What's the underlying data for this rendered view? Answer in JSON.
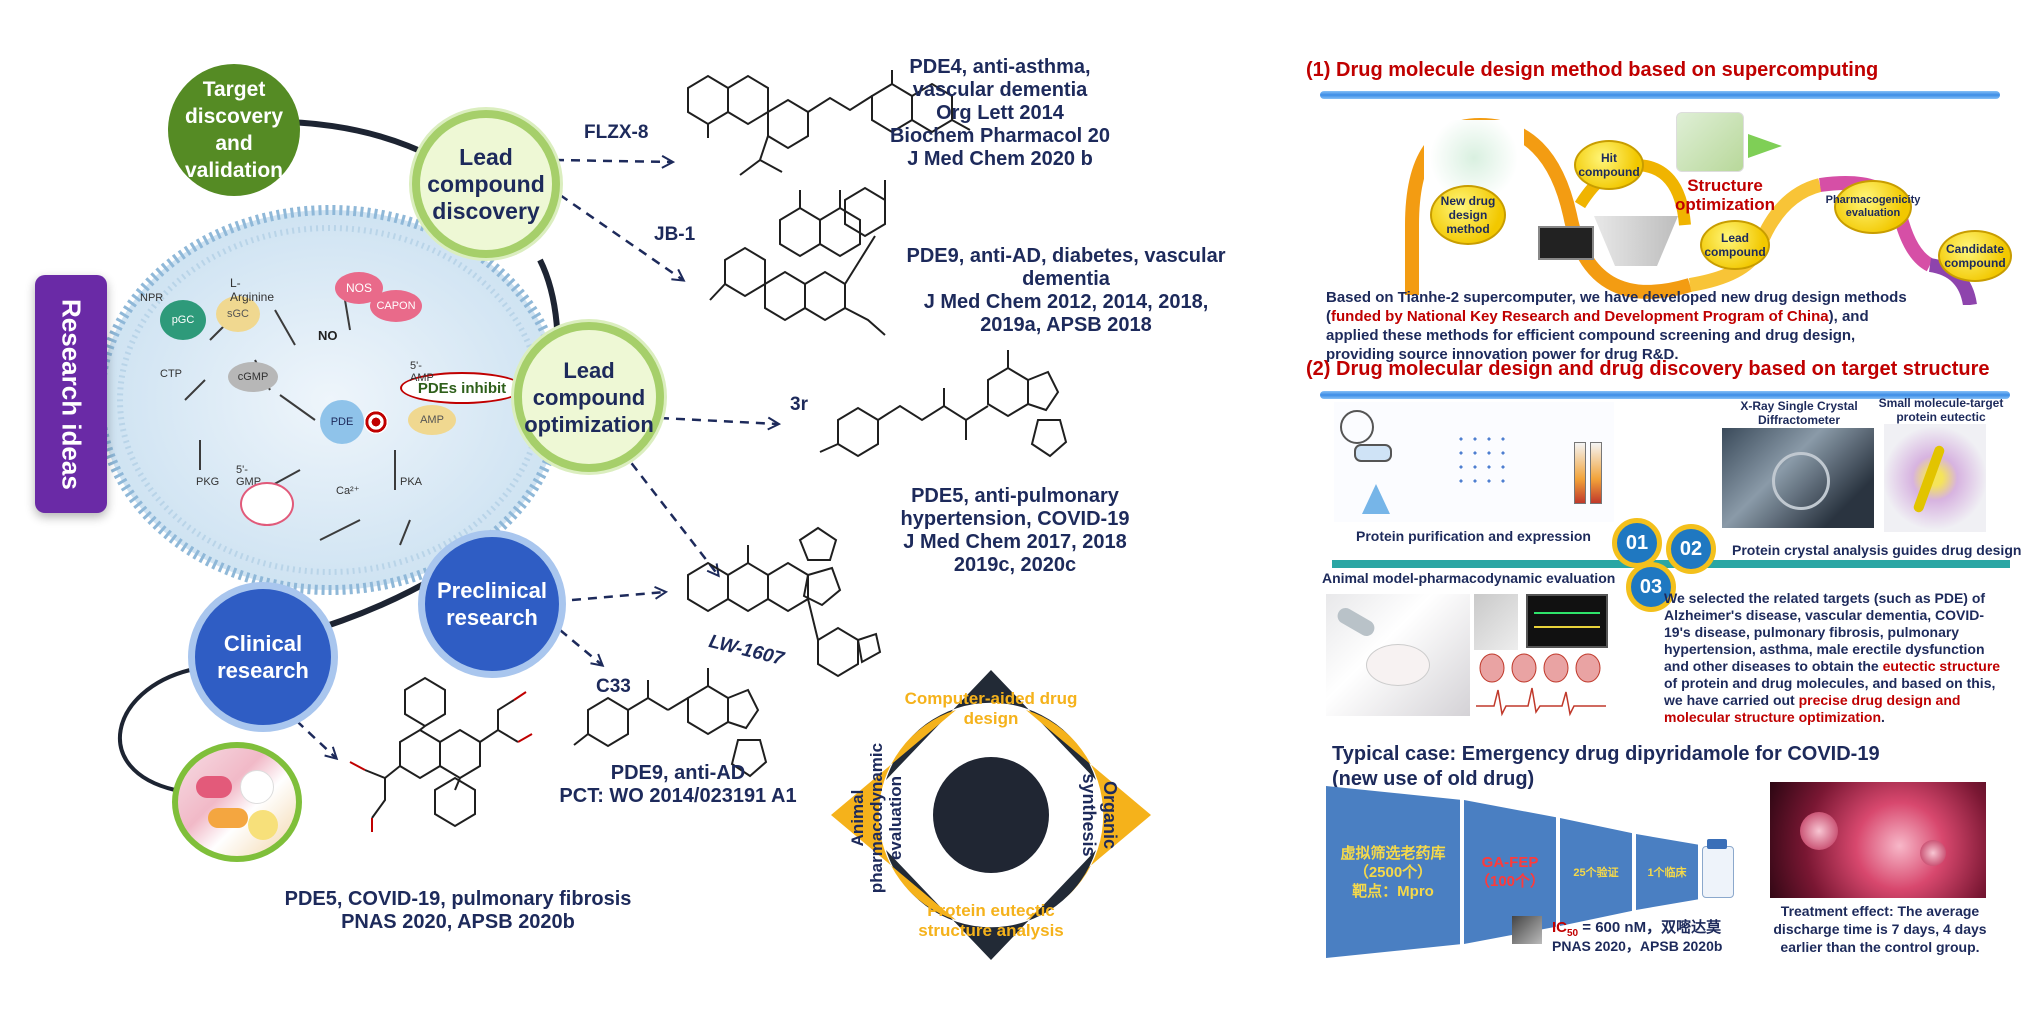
{
  "research_ideas": "Research ideas",
  "nodes": {
    "target": "Target discovery and validation",
    "lead_discovery": "Lead compound discovery",
    "lead_optimization": "Lead compound optimization",
    "preclinical": "Preclinical research",
    "clinical": "Clinical research"
  },
  "pathway": {
    "pdes_inhibit": "PDEs inhibit",
    "larginine": "L-Arginine",
    "nos": "NOS",
    "no": "NO",
    "npr": "NPR",
    "pgc": "pGC",
    "sgc": "sGC",
    "capon": "CAPON",
    "ctp": "CTP",
    "cgmp": "cGMP",
    "pde": "PDE",
    "amp_top": "5'-AMP",
    "amp": "AMP",
    "gmp": "5'-GMP",
    "pkg": "PKG",
    "pka": "PKA",
    "ca": "Ca²⁺"
  },
  "compounds": {
    "flzx8": "FLZX-8",
    "jb1": "JB-1",
    "c3r": "3r",
    "lw1607": "LW-1607",
    "c33": "C33"
  },
  "citations": {
    "pde4": [
      "PDE4, anti-asthma,",
      "vascular dementia",
      "Org Lett 2014",
      "Biochem Pharmacol 20",
      "J Med Chem 2020 b"
    ],
    "pde9": [
      "PDE9, anti-AD, diabetes, vascular",
      "dementia",
      "J Med Chem 2012, 2014, 2018,",
      "2019a, APSB 2018"
    ],
    "pde5a": [
      "PDE5, anti-pulmonary",
      "hypertension, COVID-19",
      "J Med Chem 2017, 2018",
      "2019c, 2020c"
    ],
    "pde9b": [
      "PDE9, anti-AD",
      "PCT: WO 2014/023191 A1"
    ],
    "pde5b": [
      "PDE5, COVID-19, pulmonary fibrosis",
      "PNAS 2020, APSB 2020b"
    ]
  },
  "wheel": {
    "top": "Computer-aided drug design",
    "right": "Organic synthesis",
    "bottom": "Protein eutectic structure analysis",
    "left": "Animal pharmacodynamic evaluation"
  },
  "section1": {
    "title": "(1) Drug molecule design method based on supercomputing",
    "bubbles": [
      "New drug design method",
      "Hit compound",
      "Lead compound",
      "Pharmacogenicity evaluation",
      "Candidate compound"
    ],
    "structure_opt": "Structure optimization",
    "para_pre": "Based on Tianhe-2 supercomputer, we have developed new drug design methods (",
    "para_red": "funded by National Key Research and Development Program of China",
    "para_post": "), and applied these methods for efficient compound screening and drug design, providing source innovation power for drug R&D."
  },
  "section2": {
    "title": "(2) Drug molecular design and drug discovery based on target structure",
    "xray": "X-Ray Single Crystal Diffractometer",
    "small_mol": "Small molecule-target protein eutectic",
    "purification": "Protein purification and expression",
    "crystal": "Protein crystal analysis guides drug design",
    "animal": "Animal model-pharmacodynamic evaluation",
    "nums": [
      "01",
      "02",
      "03"
    ],
    "para1": "We selected the related targets (such as PDE) of Alzheimer's disease, vascular dementia, COVID-19's disease, pulmonary fibrosis, pulmonary hypertension, asthma, male erectile dysfunction and other diseases to obtain the ",
    "para_red1": "eutectic structure",
    "para2": " of protein and drug molecules, and based on this, we have carried out ",
    "para_red2": "precise drug design and molecular structure optimization",
    "para3": "."
  },
  "typical": {
    "title": "Typical case: Emergency drug dipyridamole for COVID-19 (new use of old drug)",
    "funnel1": [
      "虚拟筛选老药库",
      "（2500个）",
      "靶点：Mpro"
    ],
    "funnel2": [
      "GA-FEP",
      "（100个）"
    ],
    "funnel3": "25个验证",
    "funnel4": "1个临床",
    "ic50_red": "IC",
    "ic50_sub": "50",
    "ic50_rest": " = 600 nM，双嘧达莫",
    "ic50_cite": "PNAS 2020，APSB 2020b",
    "treatment": [
      "Treatment effect: The average",
      "discharge time is 7 days, 4 days",
      "earlier than the control group."
    ]
  },
  "colors": {
    "navy": "#1d2a5b",
    "red": "#c00000",
    "purple": "#6a2aa6",
    "green": "#558b24",
    "blue": "#2f5dc4",
    "gold": "#f5b21b",
    "steelblue": "#4a7fc2"
  }
}
